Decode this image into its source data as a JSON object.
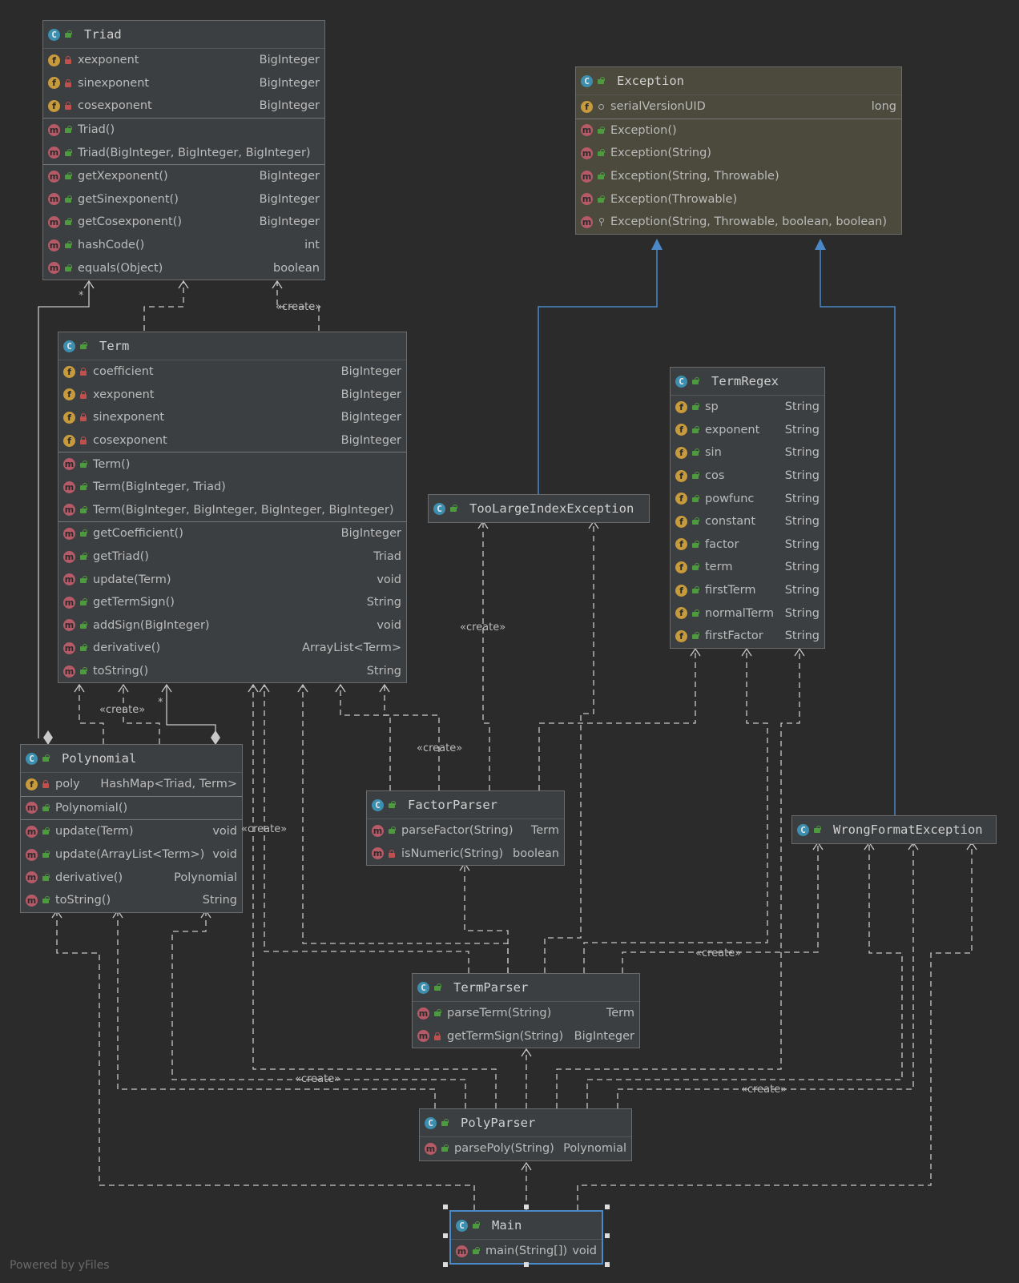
{
  "classes": {
    "triad": {
      "name": "Triad",
      "fields": [
        {
          "name": "xexponent",
          "type": "BigInteger"
        },
        {
          "name": "sinexponent",
          "type": "BigInteger"
        },
        {
          "name": "cosexponent",
          "type": "BigInteger"
        }
      ],
      "constructors": [
        {
          "name": "Triad()",
          "type": ""
        },
        {
          "name": "Triad(BigInteger, BigInteger, BigInteger)",
          "type": ""
        }
      ],
      "methods": [
        {
          "name": "getXexponent()",
          "type": "BigInteger"
        },
        {
          "name": "getSinexponent()",
          "type": "BigInteger"
        },
        {
          "name": "getCosexponent()",
          "type": "BigInteger"
        },
        {
          "name": "hashCode()",
          "type": "int"
        },
        {
          "name": "equals(Object)",
          "type": "boolean"
        }
      ]
    },
    "exception": {
      "name": "Exception",
      "fields": [
        {
          "name": "serialVersionUID",
          "type": "long"
        }
      ],
      "methods": [
        {
          "name": "Exception()",
          "type": ""
        },
        {
          "name": "Exception(String)",
          "type": ""
        },
        {
          "name": "Exception(String, Throwable)",
          "type": ""
        },
        {
          "name": "Exception(Throwable)",
          "type": ""
        },
        {
          "name": "Exception(String, Throwable, boolean, boolean)",
          "type": ""
        }
      ]
    },
    "term": {
      "name": "Term",
      "fields": [
        {
          "name": "coefficient",
          "type": "BigInteger"
        },
        {
          "name": "xexponent",
          "type": "BigInteger"
        },
        {
          "name": "sinexponent",
          "type": "BigInteger"
        },
        {
          "name": "cosexponent",
          "type": "BigInteger"
        }
      ],
      "constructors": [
        {
          "name": "Term()",
          "type": ""
        },
        {
          "name": "Term(BigInteger, Triad)",
          "type": ""
        },
        {
          "name": "Term(BigInteger, BigInteger, BigInteger, BigInteger)",
          "type": ""
        }
      ],
      "methods": [
        {
          "name": "getCoefficient()",
          "type": "BigInteger"
        },
        {
          "name": "getTriad()",
          "type": "Triad"
        },
        {
          "name": "update(Term)",
          "type": "void"
        },
        {
          "name": "getTermSign()",
          "type": "String"
        },
        {
          "name": "addSign(BigInteger)",
          "type": "void"
        },
        {
          "name": "derivative()",
          "type": "ArrayList<Term>"
        },
        {
          "name": "toString()",
          "type": "String"
        }
      ]
    },
    "termregex": {
      "name": "TermRegex",
      "fields": [
        {
          "name": "sp",
          "type": "String"
        },
        {
          "name": "exponent",
          "type": "String"
        },
        {
          "name": "sin",
          "type": "String"
        },
        {
          "name": "cos",
          "type": "String"
        },
        {
          "name": "powfunc",
          "type": "String"
        },
        {
          "name": "constant",
          "type": "String"
        },
        {
          "name": "factor",
          "type": "String"
        },
        {
          "name": "term",
          "type": "String"
        },
        {
          "name": "firstTerm",
          "type": "String"
        },
        {
          "name": "normalTerm",
          "type": "String"
        },
        {
          "name": "firstFactor",
          "type": "String"
        }
      ]
    },
    "toolarge": {
      "name": "TooLargeIndexException"
    },
    "polynomial": {
      "name": "Polynomial",
      "fields": [
        {
          "name": "poly",
          "type": "HashMap<Triad, Term>"
        }
      ],
      "constructors": [
        {
          "name": "Polynomial()",
          "type": ""
        }
      ],
      "methods": [
        {
          "name": "update(Term)",
          "type": "void"
        },
        {
          "name": "update(ArrayList<Term>)",
          "type": "void"
        },
        {
          "name": "derivative()",
          "type": "Polynomial"
        },
        {
          "name": "toString()",
          "type": "String"
        }
      ]
    },
    "factorparser": {
      "name": "FactorParser",
      "methods": [
        {
          "name": "parseFactor(String)",
          "type": "Term"
        },
        {
          "name": "isNumeric(String)",
          "type": "boolean"
        }
      ]
    },
    "wrongformat": {
      "name": "WrongFormatException"
    },
    "termparser": {
      "name": "TermParser",
      "methods": [
        {
          "name": "parseTerm(String)",
          "type": "Term"
        },
        {
          "name": "getTermSign(String)",
          "type": "BigInteger"
        }
      ]
    },
    "polyparser": {
      "name": "PolyParser",
      "methods": [
        {
          "name": "parsePoly(String)",
          "type": "Polynomial"
        }
      ]
    },
    "main": {
      "name": "Main",
      "methods": [
        {
          "name": "main(String[])",
          "type": "void"
        }
      ]
    }
  },
  "edge_labels": {
    "create": "«create»",
    "multiplicity": "*"
  },
  "icons": {
    "class": "C",
    "field": "f",
    "method": "m"
  },
  "colors": {
    "inheritance": "#4a88c7",
    "dependency": "#c8c8c8",
    "background": "#2b2b2b"
  },
  "watermark": "Powered by yFiles"
}
